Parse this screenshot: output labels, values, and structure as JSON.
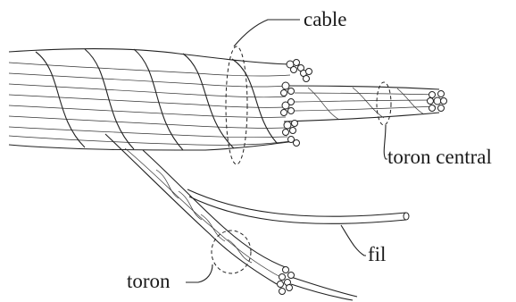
{
  "labels": {
    "cable": "cable",
    "toron_central": "toron central",
    "fil": "fil",
    "toron": "toron"
  }
}
